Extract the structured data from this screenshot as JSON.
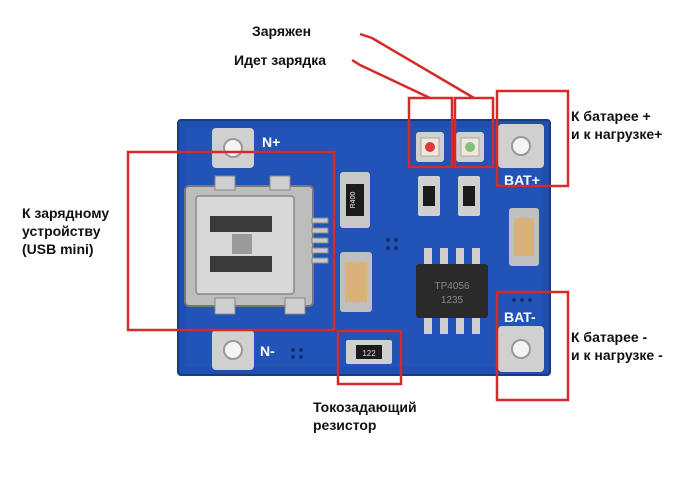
{
  "labels": {
    "charged": "Заряжен",
    "charging": "Идет зарядка",
    "usb": "К зарядному\nустройству\n(USB mini)",
    "bat_plus": "К батарее +\nи к нагрузке+",
    "bat_minus": "К батарее -\nи к нагрузке -",
    "resistor": "Токозадающий\nрезистор"
  },
  "board": {
    "silkscreen": {
      "n_plus": "N+",
      "n_minus": "N-",
      "bat_plus": "BAT+",
      "bat_minus": "BAT-",
      "chip_line1": "TP4056",
      "chip_line2": "1235",
      "resistor_code": "R400",
      "small_resistor_code": "122"
    }
  },
  "colors": {
    "board": "#1f4fb0",
    "highlight": "#d42a2a",
    "pad": "#c9c9c9",
    "usb": "#bdbdbd",
    "chip": "#2a2a2a",
    "capacitor": "#d9b27a"
  }
}
